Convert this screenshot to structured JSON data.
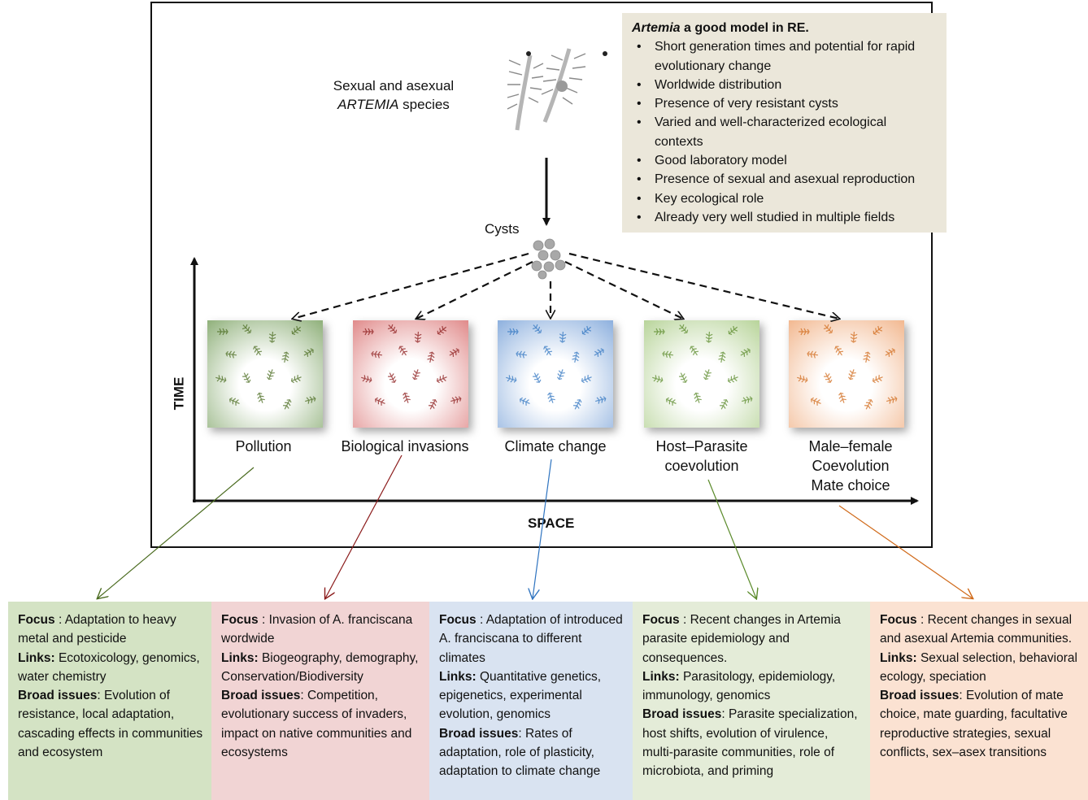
{
  "species_label": {
    "line1": "Sexual and asexual",
    "line2_italic": "ARTEMIA",
    "line2_rest": " species"
  },
  "cysts_label": "Cysts",
  "model_box": {
    "title_italic": "Artemia",
    "title_rest": " a good model in RE.",
    "items": [
      "Short generation times and potential for rapid evolutionary change",
      "Worldwide distribution",
      "Presence of very resistant cysts",
      "Varied and well-characterized ecological contexts",
      "Good laboratory model",
      "Presence of sexual and asexual reproduction",
      "Key ecological role",
      "Already very well studied in multiple fields"
    ]
  },
  "axes": {
    "y_label": "TIME",
    "x_label": "SPACE"
  },
  "scenarios": [
    {
      "label_lines": [
        "Pollution"
      ],
      "tint": "#8fb07a",
      "line_color": "#4a6b1f"
    },
    {
      "label_lines": [
        "Biological invasions"
      ],
      "tint": "#e08a8a",
      "line_color": "#8b1a1a"
    },
    {
      "label_lines": [
        "Climate change"
      ],
      "tint": "#8db0de",
      "line_color": "#2f74c0"
    },
    {
      "label_lines": [
        "Host–Parasite",
        "coevolution"
      ],
      "tint": "#b8d49a",
      "line_color": "#5a8a2a"
    },
    {
      "label_lines": [
        "Male–female",
        "Coevolution",
        "Mate choice"
      ],
      "tint": "#f2b890",
      "line_color": "#d06a1a"
    }
  ],
  "panels": [
    {
      "bg": "#d4e3c4",
      "focus_label": "Focus",
      "focus_text": " : Adaptation to heavy metal and pesticide",
      "links_label": "Links:",
      "links_text": " Ecotoxicology, genomics, water chemistry",
      "issues_label": "Broad issues",
      "issues_text": ": Evolution of resistance, local adaptation, cascading effects in communities and ecosystem"
    },
    {
      "bg": "#f1d4d4",
      "focus_label": "Focus",
      "focus_text": " : Invasion of A. franciscana wordwide",
      "links_label": "Links:",
      "links_text": " Biogeography, demography, Conservation/Biodiversity",
      "issues_label": "Broad issues",
      "issues_text": ": Competition, evolutionary success of invaders, impact on native communities and ecosystems"
    },
    {
      "bg": "#d9e3f1",
      "focus_label": "Focus",
      "focus_text": " : Adaptation of introduced A. franciscana to different climates",
      "links_label": "Links:",
      "links_text": " Quantitative genetics, epigenetics, experimental evolution, genomics",
      "issues_label": "Broad issues",
      "issues_text": ": Rates of adaptation, role of plasticity, adaptation to climate change"
    },
    {
      "bg": "#e4ecd8",
      "focus_label": "Focus",
      "focus_text": " : Recent changes in Artemia parasite epidemiology and consequences.",
      "links_label": "Links:",
      "links_text": " Parasitology, epidemiology, immunology, genomics",
      "issues_label": "Broad issues",
      "issues_text": ": Parasite specialization, host shifts, evolution of virulence, multi-parasite communities, role of microbiota, and  priming"
    },
    {
      "bg": "#fbe2d2",
      "focus_label": "Focus",
      "focus_text": " : Recent changes in sexual and asexual Artemia communities.",
      "links_label": "Links:",
      "links_text": " Sexual selection, behavioral ecology, speciation",
      "issues_label": "Broad issues",
      "issues_text": ": Evolution of mate choice, mate guarding, facultative reproductive strategies, sexual conflicts, sex–asex transitions"
    }
  ]
}
